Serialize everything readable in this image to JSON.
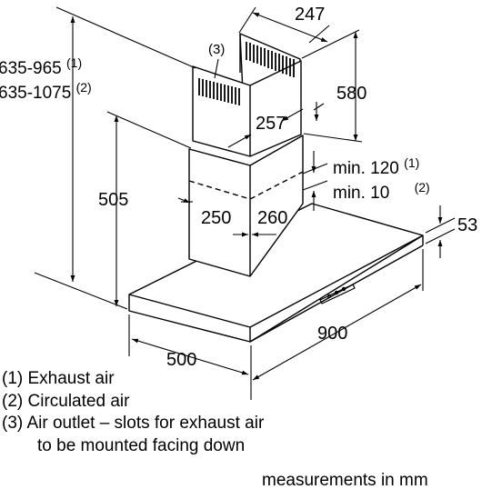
{
  "dimensions": {
    "overall_exhaust": "635-965",
    "overall_exhaust_note": "(1)",
    "overall_circulated": "635-1075",
    "overall_circulated_note": "(2)",
    "upper_chimney_height": "580",
    "upper_chimney_width": "247",
    "upper_chimney_depth": "257",
    "lower_chimney_height": "505",
    "lower_chimney_width": "250",
    "lower_chimney_depth": "260",
    "gap_exhaust": "min. 120",
    "gap_exhaust_note": "(1)",
    "gap_circulated": "min. 10",
    "gap_circulated_note": "(2)",
    "canopy_height": "53",
    "canopy_width": "900",
    "canopy_depth": "500"
  },
  "callout": "(3)",
  "legend": [
    "(1) Exhaust air",
    "(2) Circulated air",
    "(3) Air outlet – slots for exhaust air",
    "to be mounted facing down"
  ],
  "units": "measurements in mm"
}
